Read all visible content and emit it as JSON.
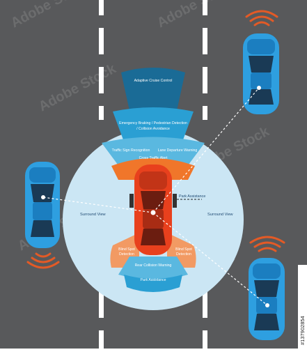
{
  "diagram": {
    "labels": {
      "adaptive_cruise": "Adaptive Cruise Control",
      "emergency_line1": "Emergency Braking / Pedestrian Detection",
      "emergency_line2": "/ Collision Avoidance",
      "traffic_sign": "Traffic Sign Recognition",
      "lane_departure": "Lane Departure Warning",
      "cross_traffic": "Cross Traffic Alert",
      "park_assistance_right": "Park Assistance",
      "surround_left": "Surround View",
      "surround_right": "Surround View",
      "blind_spot_left_1": "Blind Spot",
      "blind_spot_left_2": "Detection",
      "blind_spot_right_1": "Blind Spot",
      "blind_spot_right_2": "Detection",
      "rear_collision": "Rear Collision Warning",
      "park_assistance_bottom": "Park Assistance"
    },
    "colors": {
      "road": "#58595b",
      "lane_marking": "#ffffff",
      "sensor_zone": "#cbe6f4",
      "acc_beam": "#1a6b96",
      "emergency_beam": "#2a9fd3",
      "mid_beam": "#5ab8e0",
      "cross_traffic": "#f0762a",
      "blind_spot": "#f29a63",
      "ego_car": "#e8401d",
      "other_car": "#2e9fe0",
      "wireless_waves": "#e35a26"
    }
  },
  "watermark": {
    "text": "Adobe Stock",
    "stock_id": "#137902854"
  }
}
